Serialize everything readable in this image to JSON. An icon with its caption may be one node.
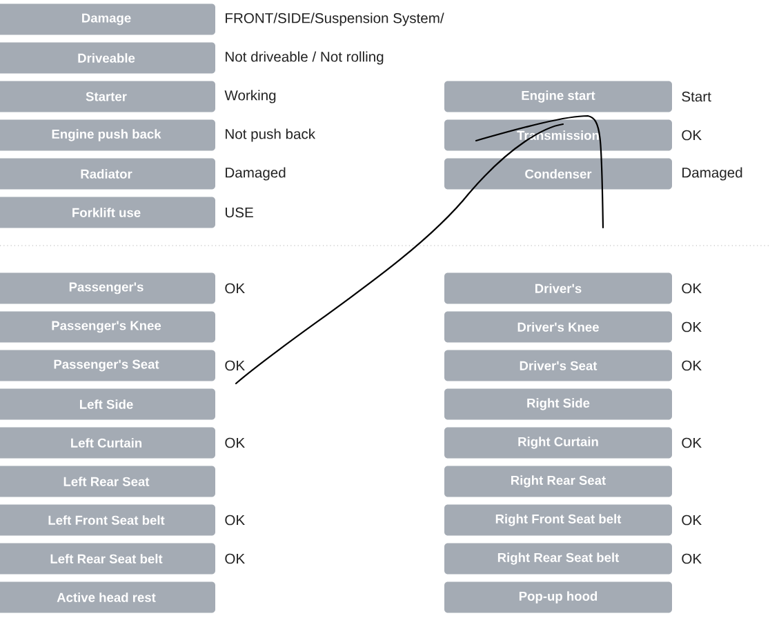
{
  "diagram": {
    "nodes": [
      {
        "text": [
          "Damage"
        ],
        "beside": [
          "FRONT/SIDE/Suspension System/"
        ]
      },
      {
        "text": [
          "Driveable"
        ],
        "beside": [
          "Not driveable / Not rolling"
        ]
      },
      {
        "text": [
          "Starter"
        ],
        "beside": [
          "Working"
        ]
      },
      {
        "text": [
          "Engine start"
        ],
        "beside": [
          "Start"
        ]
      },
      {
        "text": [
          "Engine push back"
        ],
        "beside": [
          "Not push back"
        ]
      },
      {
        "text": [
          "Transmission"
        ],
        "beside": [
          "OK"
        ]
      },
      {
        "text": [
          "Radiator"
        ],
        "beside": [
          "Damaged"
        ]
      },
      {
        "text": [
          "Condenser"
        ],
        "beside": [
          "Damaged"
        ]
      },
      {
        "text": [
          "Forklift use"
        ],
        "beside": [
          "USE"
        ]
      },
      {
        "text": [
          "Passenger's"
        ],
        "beside": [
          "OK"
        ]
      },
      {
        "text": [
          "Driver's"
        ],
        "beside": [
          "OK"
        ]
      },
      {
        "text": [
          "Passenger's Knee"
        ]
      },
      {
        "text": [
          "Driver's Knee"
        ],
        "beside": [
          "OK"
        ]
      },
      {
        "text": [
          "Passenger's Seat"
        ],
        "beside": [
          "OK"
        ]
      },
      {
        "text": [
          "Driver's Seat"
        ],
        "beside": [
          "OK"
        ]
      },
      {
        "text": [
          "Left Side"
        ]
      },
      {
        "text": [
          "Right Side"
        ]
      },
      {
        "text": [
          "Left Curtain"
        ],
        "beside": [
          "OK"
        ]
      },
      {
        "text": [
          "Right Curtain"
        ],
        "beside": [
          "OK"
        ]
      },
      {
        "text": [
          "Left Rear Seat"
        ]
      },
      {
        "text": [
          "Right Rear Seat"
        ]
      },
      {
        "text": [
          "Left Front Seat belt"
        ],
        "beside": [
          "OK"
        ]
      },
      {
        "text": [
          "Right Front Seat belt"
        ],
        "beside": [
          "OK"
        ]
      },
      {
        "text": [
          "Left Rear Seat belt"
        ],
        "beside": [
          "OK"
        ]
      },
      {
        "text": [
          "Right Rear Seat belt"
        ],
        "beside": [
          "OK"
        ]
      },
      {
        "text": [
          "Active head rest"
        ]
      },
      {
        "text": [
          "Pop-up hood"
        ]
      }
    ]
  }
}
